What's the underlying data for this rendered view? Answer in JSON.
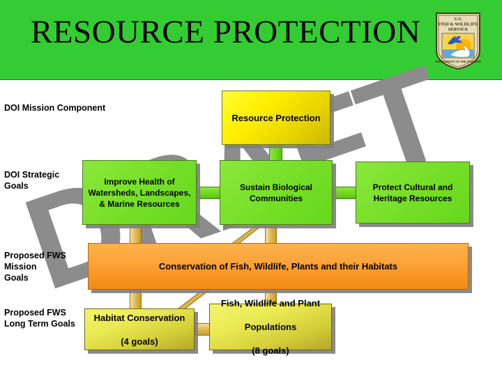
{
  "banner": {
    "title": "RESOURCE PROTECTION",
    "bg_color": "#33cc33",
    "seal_name": "us-fish-and-wildlife-service-seal",
    "seal_text_top": "U.S.",
    "seal_text_mid": "FISH & WILDLIFE",
    "seal_text_bottom": "SERVICE",
    "seal_ring_text": "DEPARTMENT OF THE INTERIOR"
  },
  "watermark": {
    "text": "DRAFT",
    "color": "#8c8c8c"
  },
  "row_labels": {
    "doi_mission_component": "DOI Mission Component",
    "doi_strategic_goals": "DOI Strategic\nGoals",
    "proposed_fws_mission_goals": "Proposed FWS\nMission\nGoals",
    "proposed_fws_long_term_goals": "Proposed FWS\nLong Term Goals"
  },
  "nodes": {
    "resource_protection": {
      "label": "Resource Protection",
      "color": "#ffee00",
      "level": "DOI Mission Component"
    },
    "watersheds": {
      "label": "Improve Health of Watersheds, Landscapes, & Marine Resources",
      "color": "#78e02a",
      "level": "DOI Strategic Goals"
    },
    "sustain": {
      "label": "Sustain Biological Communities",
      "color": "#78e02a",
      "level": "DOI Strategic Goals"
    },
    "cultural": {
      "label": "Protect Cultural and Heritage Resources",
      "color": "#78e02a",
      "level": "DOI Strategic Goals"
    },
    "conservation": {
      "label": "Conservation of Fish, Wildlife, Plants and their Habitats",
      "color": "#f79420",
      "level": "Proposed FWS Mission Goals"
    },
    "habitat": {
      "label": "Habitat Conservation (4 goals)",
      "line1": "Habitat Conservation",
      "line2": "(4 goals)",
      "goals_count": 4,
      "color": "#d4ce38",
      "level": "Proposed FWS Long Term Goals"
    },
    "populations": {
      "label": "Fish, Wildlife and Plant Populations (8 goals)",
      "line1": "Fish, Wildlife and Plant",
      "line2": "Populations",
      "line3": "(8 goals)",
      "goals_count": 8,
      "color": "#d4ce38",
      "level": "Proposed FWS Long Term Goals"
    }
  }
}
